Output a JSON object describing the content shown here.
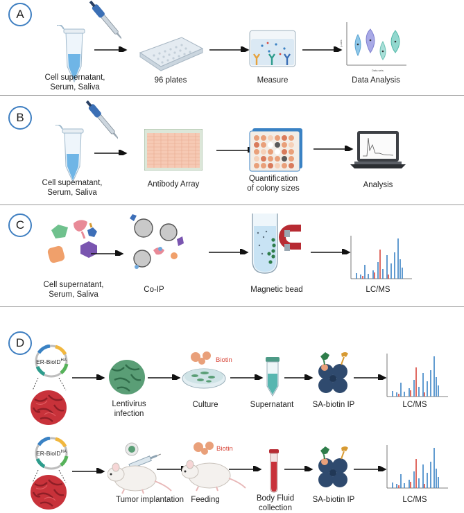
{
  "panels": {
    "a": {
      "badge": "A",
      "steps": [
        "Cell supernatant,\nSerum, Saliva",
        "96 plates",
        "Measure",
        "Data Analysis"
      ],
      "plot_axis": {
        "x": "Data sets",
        "y": "y-axis"
      }
    },
    "b": {
      "badge": "B",
      "steps": [
        "Cell supernatant,\nSerum, Saliva",
        "Antibody Array",
        "Quantification\nof colony sizes",
        "Analysis"
      ]
    },
    "c": {
      "badge": "C",
      "steps": [
        "Cell supernatant,\nSerum, Saliva",
        "Co-IP",
        "Magnetic bead",
        "LC/MS"
      ]
    },
    "d": {
      "badge": "D",
      "plasmid_label": "ER-BioID",
      "plasmid_sup": "HA",
      "biotin_label": "Biotin",
      "row1": [
        "Lentivirus\ninfection",
        "Culture",
        "Supernatant",
        "SA-biotin IP",
        "LC/MS"
      ],
      "row2": [
        "Tumor implantation",
        "Feeding",
        "Body Fluid\ncollection",
        "SA-biotin IP",
        "LC/MS"
      ]
    }
  },
  "colors": {
    "badge_border": "#3f7fc1",
    "divider": "#9a9a9a",
    "tube_liquid": "#6fb5e6",
    "tumor": "#c8323a",
    "biotin": "#e9a07a"
  },
  "icons": [
    "pipette-icon",
    "microtube-icon",
    "well-plate-icon",
    "reservoir-icon",
    "violin-plot-icon",
    "antibody-array-icon",
    "colony-plate-icon",
    "laptop-icon",
    "protein-cluster-icon",
    "magnet-icon",
    "mass-spectrum-icon",
    "plasmid-icon",
    "tumor-cell-icon",
    "petri-dish-icon",
    "conical-tube-icon",
    "mouse-icon",
    "blood-tube-icon",
    "streptavidin-icon"
  ]
}
